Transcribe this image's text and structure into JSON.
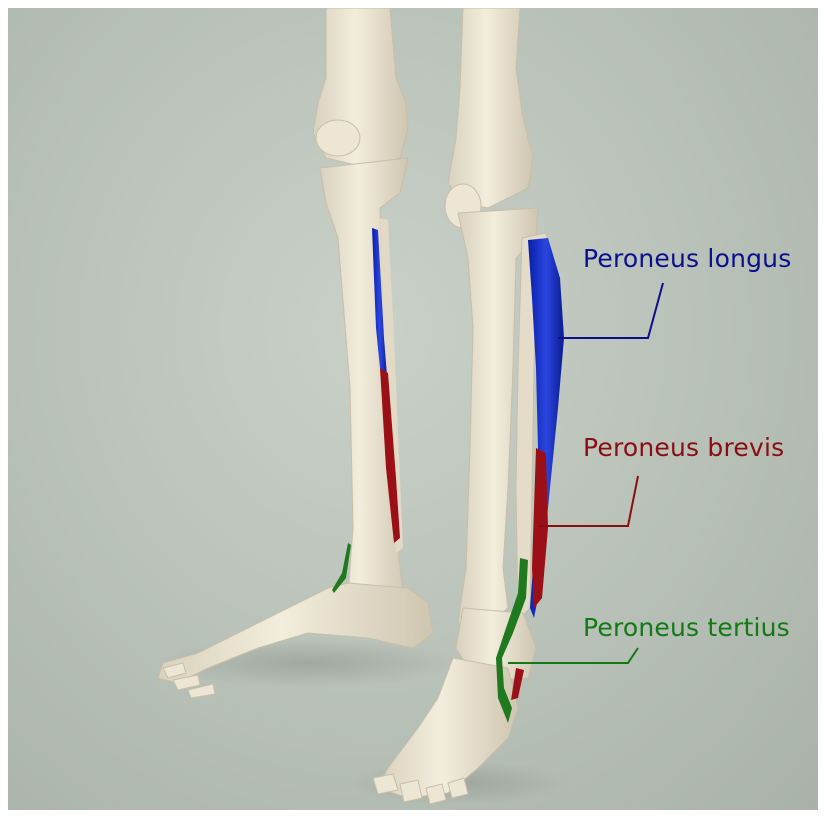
{
  "figure": {
    "subject": "leg-bones-with-peroneus-muscles",
    "background_color": "#bcc4bb",
    "bone_color": "#ece5d3"
  },
  "labels": [
    {
      "id": "longus",
      "text": "Peroneus longus",
      "color": "#0b0f8c"
    },
    {
      "id": "brevis",
      "text": "Peroneus brevis",
      "color": "#8a0d12"
    },
    {
      "id": "tertius",
      "text": "Peroneus tertius",
      "color": "#137a13"
    }
  ]
}
